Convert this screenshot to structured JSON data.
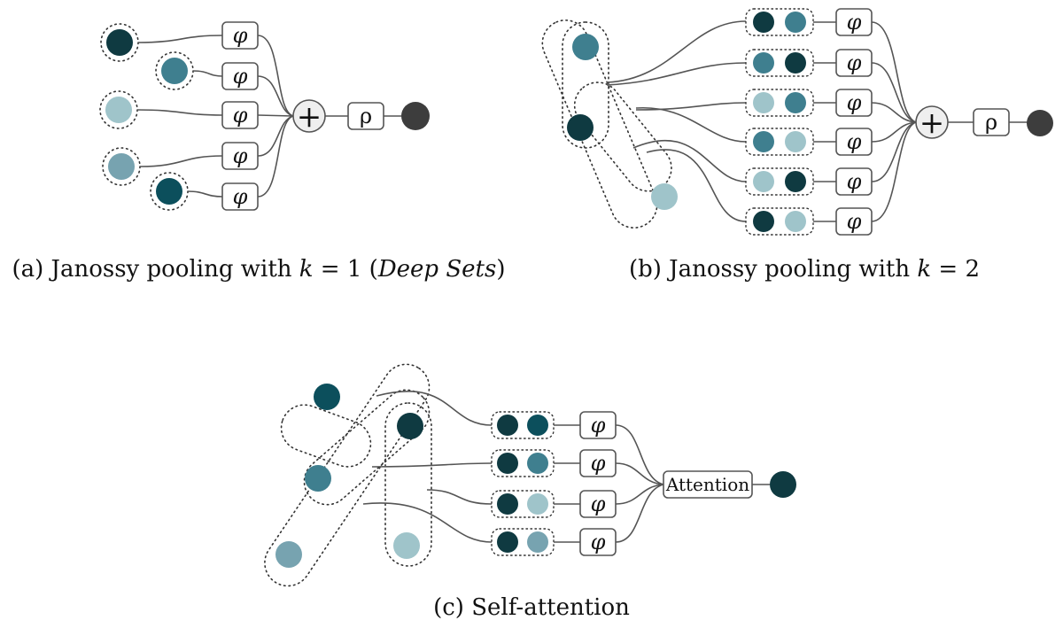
{
  "palette": {
    "c1": "#0f3a41",
    "c2": "#3f7f8f",
    "c3": "#9fc4ca",
    "c4": "#77a3b0",
    "c5": "#0c4f5c",
    "out": "#3d3d3d",
    "out_attn": "#0f3a41",
    "line": "#555555",
    "box_stroke": "#555555",
    "sum_fill": "#efefef"
  },
  "symbols": {
    "phi": "φ",
    "rho": "ρ",
    "plus": "+",
    "attention": "Attention"
  },
  "captions": {
    "a_prefix": "(a) Janossy pooling with ",
    "a_k": "k",
    "a_eq": " = 1 (",
    "a_italic": "Deep Sets",
    "a_suffix": ")",
    "b_prefix": "(b) Janossy pooling with ",
    "b_k": "k",
    "b_eq": " = 2",
    "c": "(c) Self-attention"
  }
}
